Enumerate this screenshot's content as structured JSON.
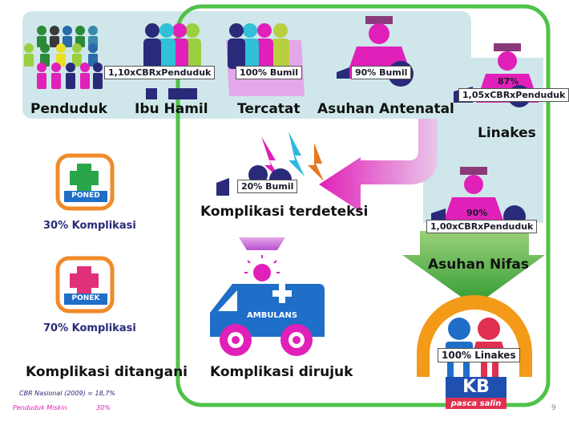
{
  "stages": {
    "penduduk": "Penduduk",
    "ibu_hamil": "Ibu Hamil",
    "tercatat": "Tercatat",
    "asuhan_antenatal": "Asuhan Antenatal",
    "linakes": "Linakes",
    "komplikasi_terdeteksi": "Komplikasi terdeteksi",
    "asuhan_nifas": "Asuhan Nifas",
    "komplikasi_dirujuk": "Komplikasi dirujuk",
    "komplikasi_ditangani": "Komplikasi ditangani"
  },
  "tags": {
    "ibu_hamil": "1,10xCBRxPenduduk",
    "tercatat": "100% Bumil",
    "antenatal": "90% Bumil",
    "linakes_pct": "87%",
    "linakes_formula": "1,05xCBRxPenduduk",
    "terdeteksi": "20% Bumil",
    "nifas_pct": "90%",
    "nifas_formula": "1,00xCBRxPenduduk",
    "kb": "100% Linakes"
  },
  "facilities": {
    "poned_label": "PONED",
    "poned_pct": "30% Komplikasi",
    "ponek_label": "PONEK",
    "ponek_pct": "70% Komplikasi"
  },
  "ambulance_label": "AMBULANS",
  "kb": {
    "logo": "KB",
    "subtitle": "pasca salin"
  },
  "notes": {
    "cbr": "CBR Nasional (2009) = 18,7%",
    "miskin_label": "Penduduk Miskin",
    "miskin_value": "30%"
  },
  "page_number": "9",
  "colors": {
    "flow_band": "#cfe7ea",
    "green_frame": "#4fc24a",
    "magenta": "#e020b8",
    "navy": "#2a2a7a",
    "orange": "#e87820"
  }
}
